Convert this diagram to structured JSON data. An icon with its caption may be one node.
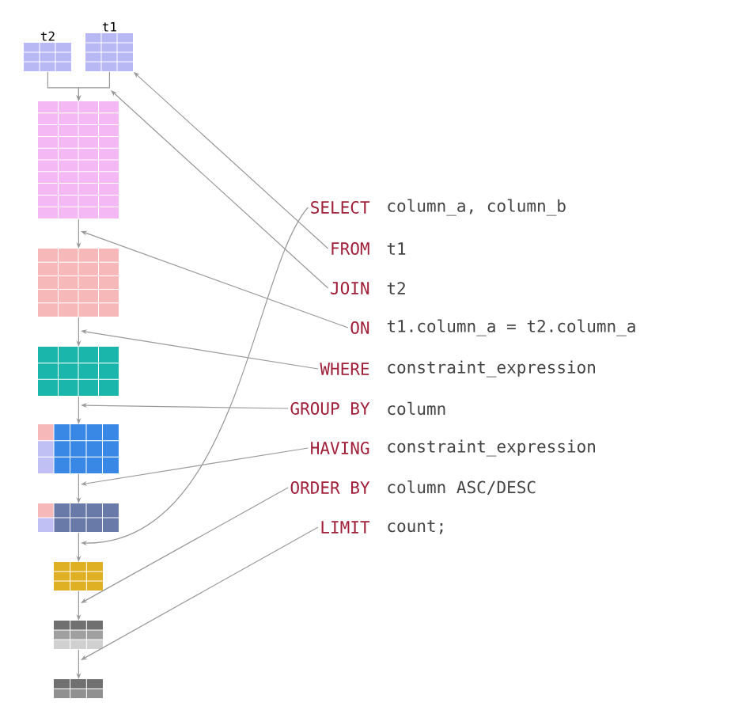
{
  "diagram": {
    "nodes": [
      {
        "text": [
          "t2"
        ]
      },
      {
        "text": [
          "t1"
        ]
      },
      {
        "text": [],
        "shape": "box"
      },
      {
        "text": [],
        "shape": "box"
      },
      {
        "text": [],
        "shape": "box"
      },
      {
        "text": [],
        "shape": "box"
      },
      {
        "text": [],
        "shape": "box"
      },
      {
        "text": [],
        "shape": "box"
      },
      {
        "text": [],
        "shape": "box"
      },
      {
        "text": [],
        "shape": "box"
      },
      {
        "text": [
          "SELECT"
        ],
        "beside": [
          "column_a, column_b"
        ]
      },
      {
        "text": [
          "FROM"
        ],
        "beside": [
          "t1"
        ]
      },
      {
        "text": [
          "JOIN"
        ],
        "beside": [
          "t2"
        ]
      },
      {
        "text": [
          "ON"
        ],
        "beside": [
          "t1.column_a = t2.column_a"
        ]
      },
      {
        "text": [
          "WHERE"
        ],
        "beside": [
          "constraint_expression"
        ]
      },
      {
        "text": [
          "GROUP BY"
        ],
        "beside": [
          "column"
        ]
      },
      {
        "text": [
          "HAVING"
        ],
        "beside": [
          "constraint_expression"
        ]
      },
      {
        "text": [
          "ORDER BY"
        ],
        "beside": [
          "column ASC/DESC"
        ]
      },
      {
        "text": [
          "LIMIT"
        ],
        "beside": [
          "count;"
        ]
      }
    ],
    "edges": [
      {
        "from": 0,
        "to": 2,
        "arrow": "to"
      },
      {
        "from": 1,
        "to": 2,
        "arrow": "to"
      },
      {
        "from": 2,
        "to": 3,
        "arrow": "to"
      },
      {
        "from": 3,
        "to": 4,
        "arrow": "to"
      },
      {
        "from": 4,
        "to": 5,
        "arrow": "to"
      },
      {
        "from": 5,
        "to": 6,
        "arrow": "to"
      },
      {
        "from": 6,
        "to": 7,
        "arrow": "to"
      },
      {
        "from": 7,
        "to": 8,
        "arrow": "to"
      },
      {
        "from": 8,
        "to": 9,
        "arrow": "to"
      },
      {
        "from": 11,
        "to": 1,
        "arrow": "to"
      },
      {
        "from": 12,
        "to": 2,
        "arrow": "to"
      },
      {
        "from": 13,
        "to": 3,
        "arrow": "to"
      },
      {
        "from": 14,
        "to": 4,
        "arrow": "to"
      },
      {
        "from": 15,
        "to": 4,
        "arrow": "to"
      },
      {
        "from": 16,
        "to": 5,
        "arrow": "to"
      },
      {
        "from": 10,
        "to": 6,
        "arrow": "to"
      },
      {
        "from": 17,
        "to": 7,
        "arrow": "to"
      },
      {
        "from": 18,
        "to": 8,
        "arrow": "to"
      }
    ]
  }
}
